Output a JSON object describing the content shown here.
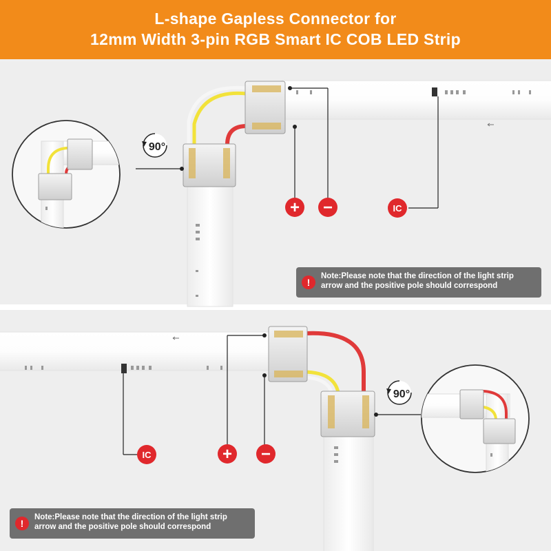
{
  "header": {
    "title_line1": "L-shape Gapless Connector for",
    "title_line2": "12mm Width 3-pin RGB Smart IC COB LED Strip"
  },
  "top_section": {
    "rotate_label": "90°",
    "labels": {
      "plus": "+",
      "minus": "−",
      "ic": "IC"
    },
    "note": "Note:Please note that the direction of the light strip arrow and the positive pole should correspond"
  },
  "bottom_section": {
    "rotate_label": "90°",
    "labels": {
      "plus": "+",
      "minus": "−",
      "ic": "IC"
    },
    "note": "Note:Please note that the direction of the light strip arrow and the positive pole should correspond"
  },
  "colors": {
    "header_bg": "#f28b1a",
    "red_marker": "#e0282c",
    "note_bg": "#6f6f6f",
    "wire_red": "#e03a3a",
    "wire_yellow": "#f2e23a",
    "strip": "#fbfbfb"
  }
}
